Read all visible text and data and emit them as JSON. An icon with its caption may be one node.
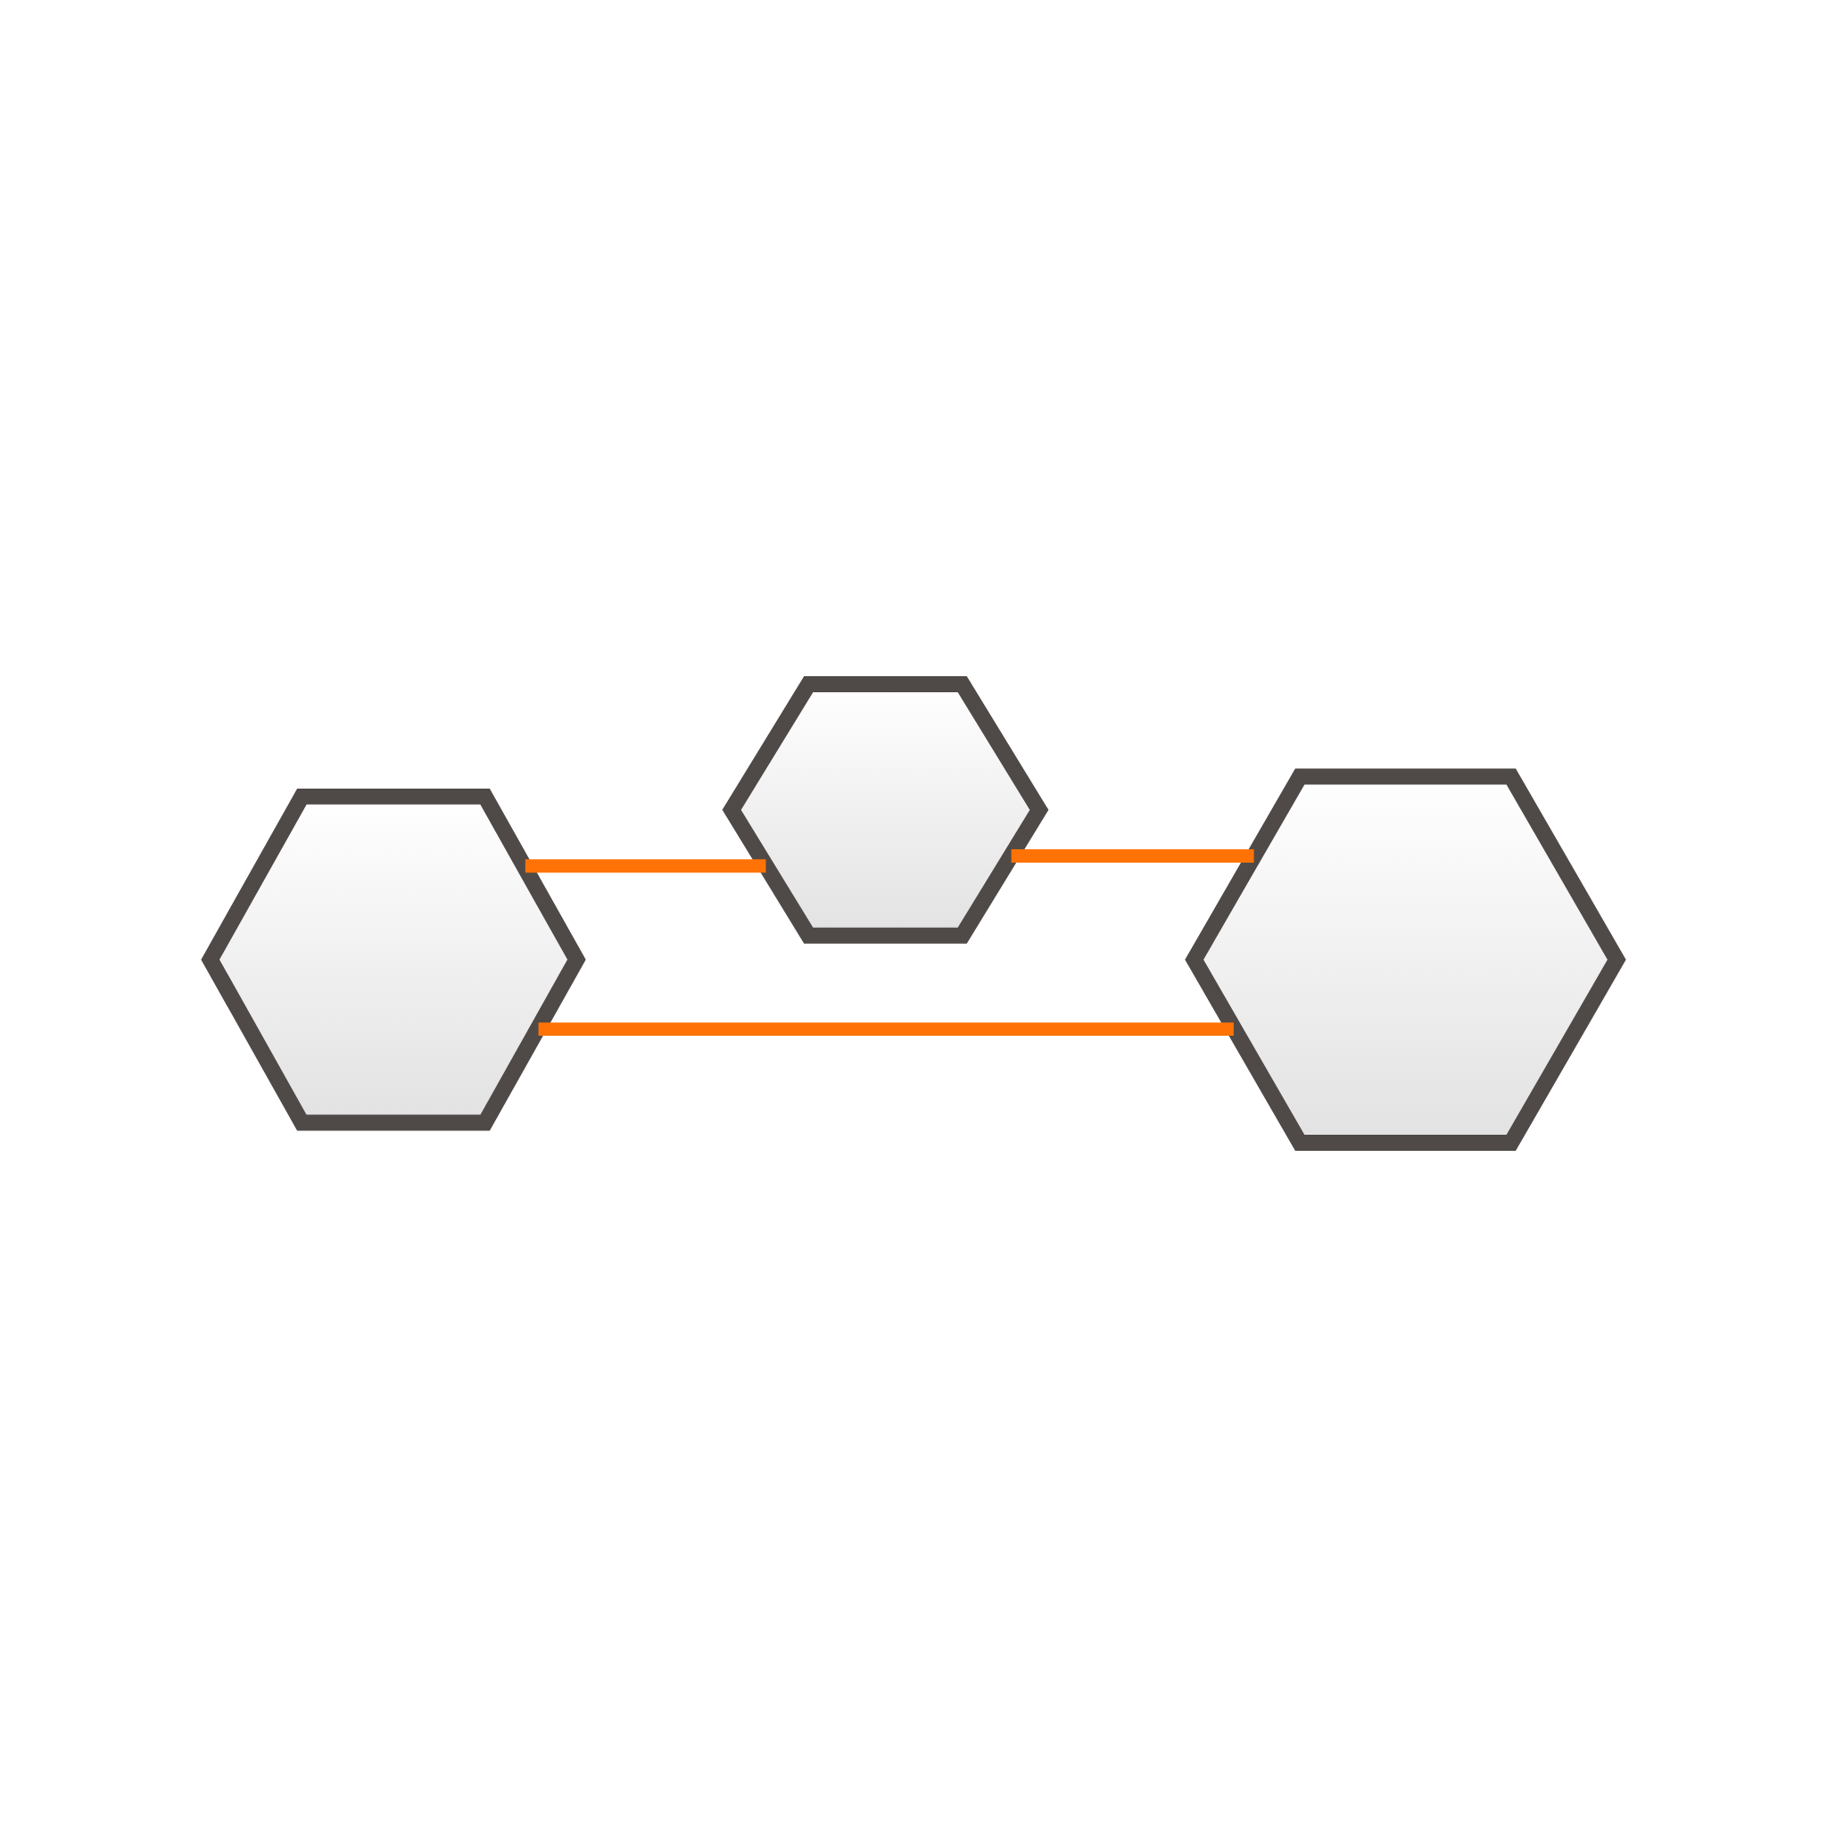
{
  "diagram": {
    "nodes": [
      {
        "text": [],
        "shape": "hexagon"
      },
      {
        "text": [],
        "shape": "hexagon"
      },
      {
        "text": [],
        "shape": "hexagon"
      }
    ],
    "edges": [
      {
        "from": 0,
        "to": 1,
        "arrow": "none"
      },
      {
        "from": 1,
        "to": 2,
        "arrow": "none"
      },
      {
        "from": 0,
        "to": 2,
        "arrow": "none"
      }
    ]
  }
}
